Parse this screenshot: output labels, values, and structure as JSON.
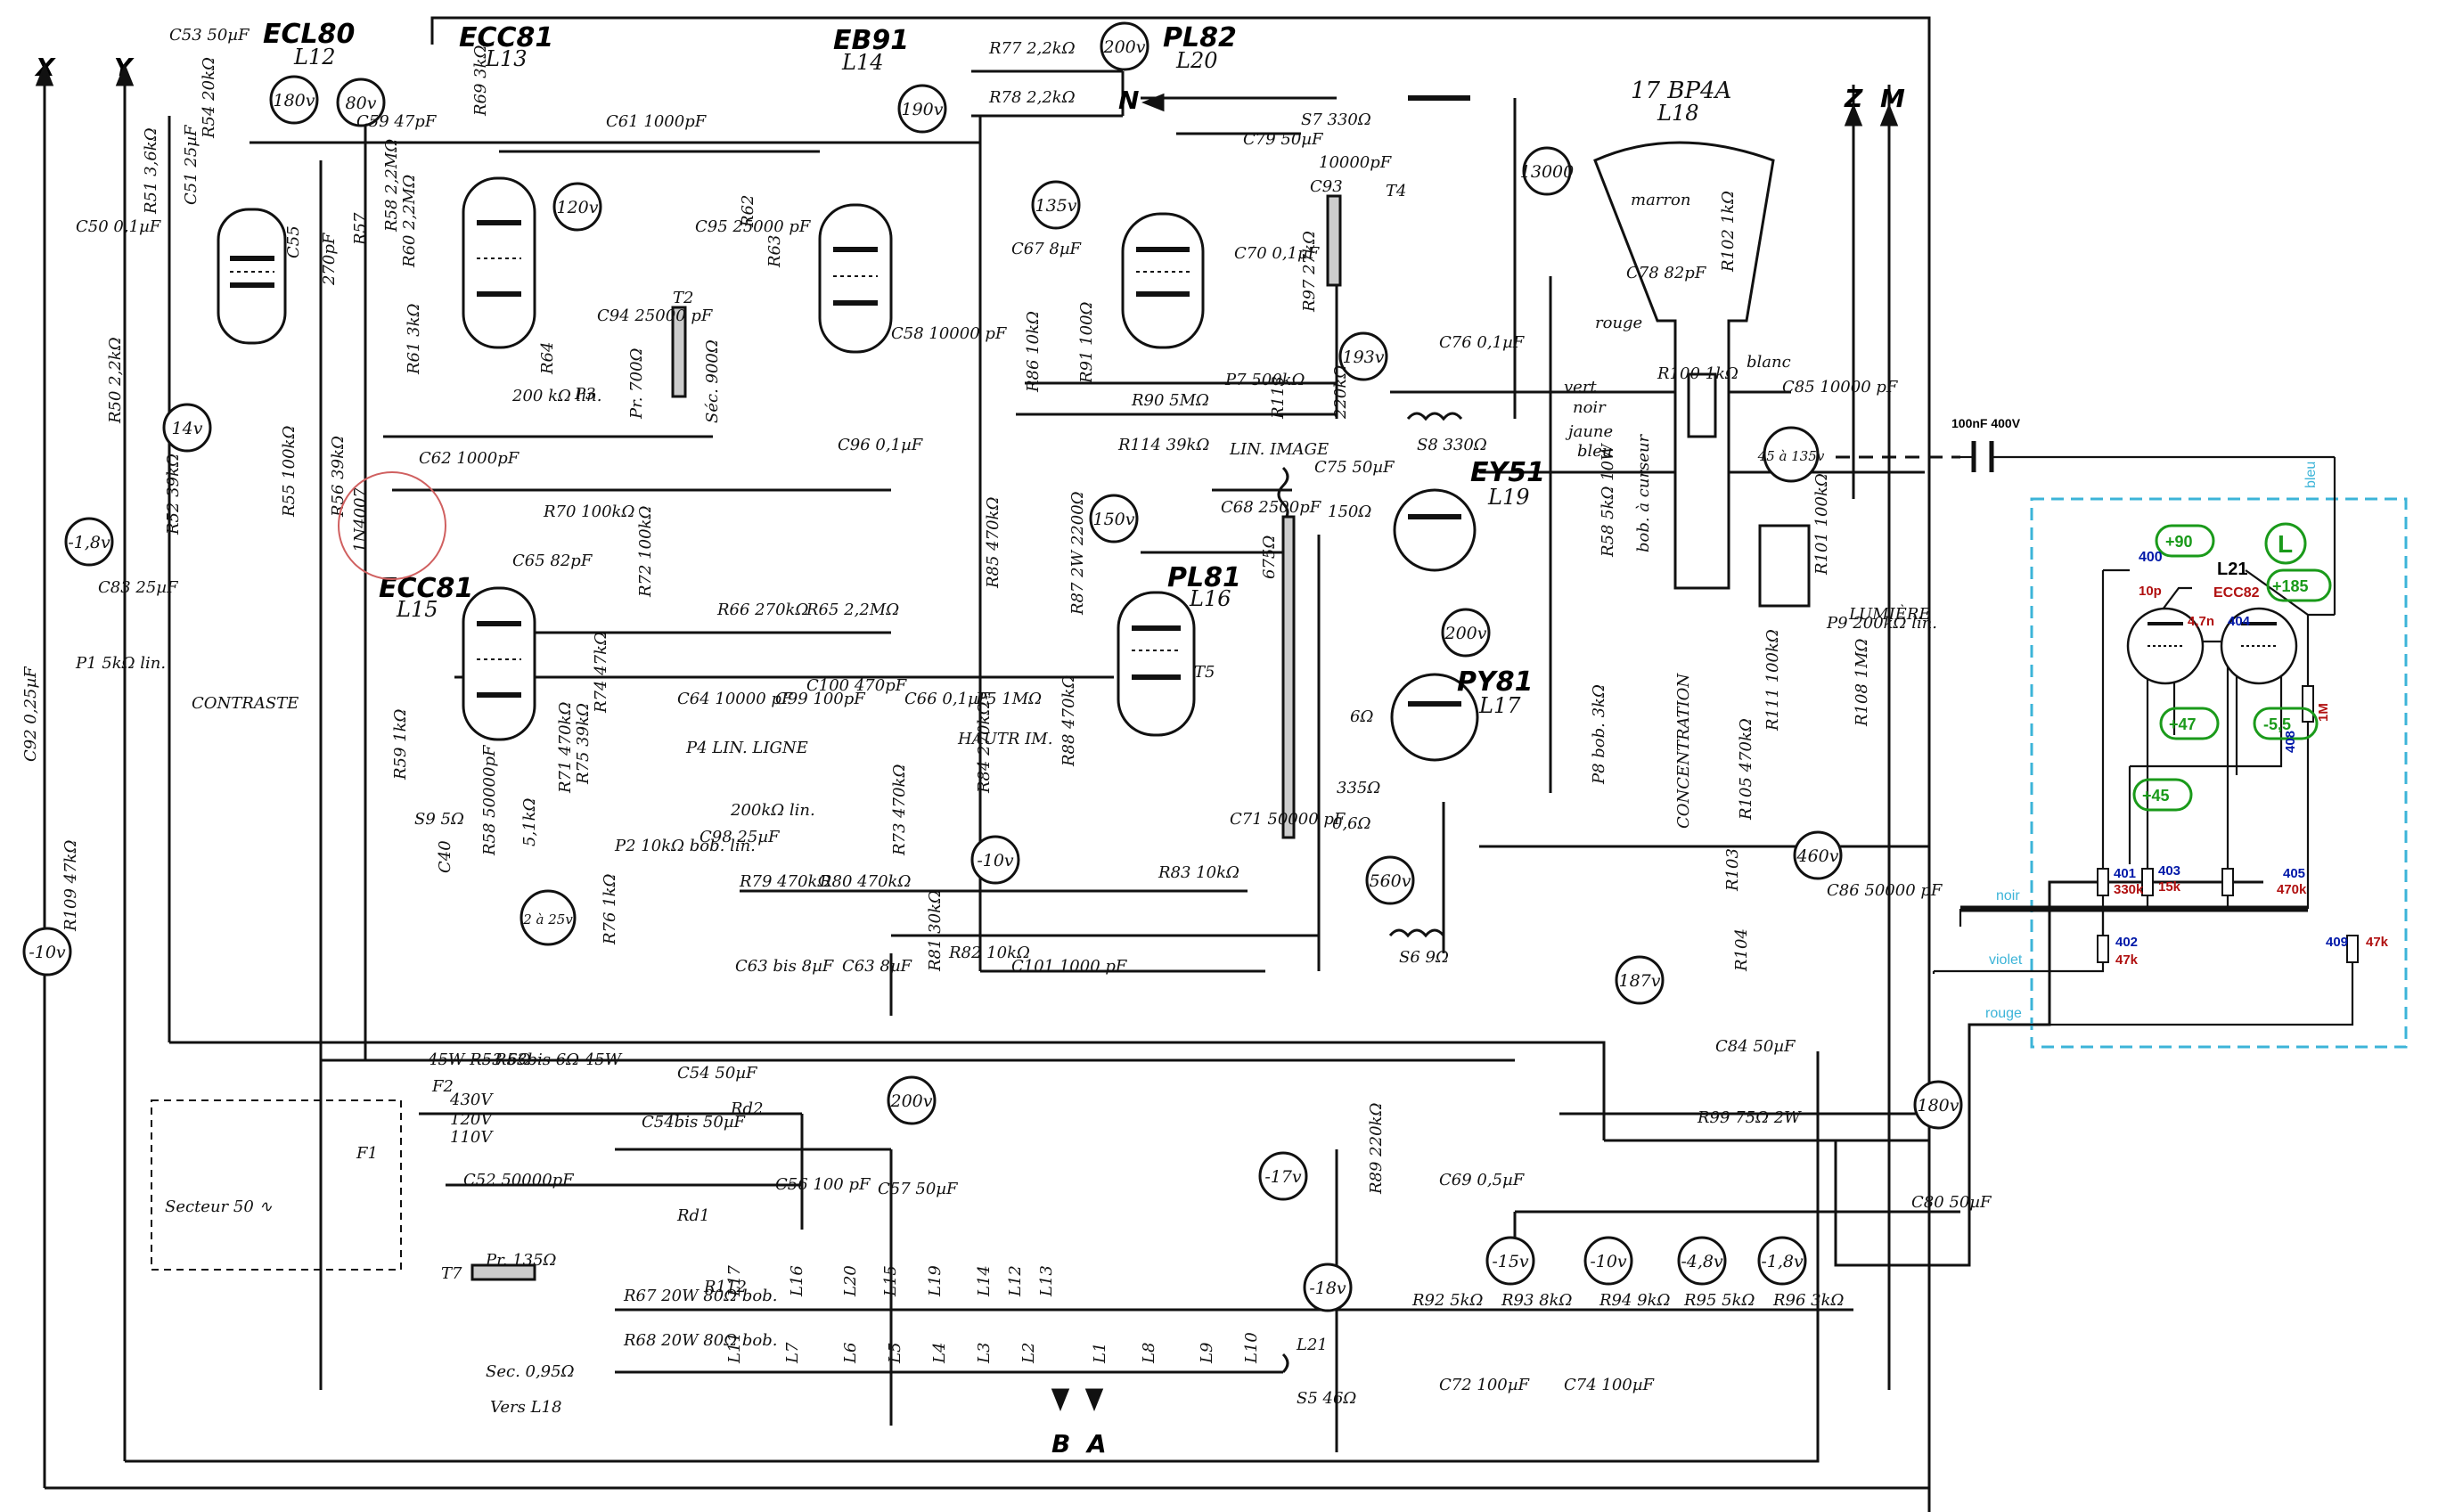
{
  "tubes": [
    {
      "id": "ecl80",
      "type": "ECL80",
      "ref": "L12"
    },
    {
      "id": "ecc81-top",
      "type": "ECC81",
      "ref": "L13"
    },
    {
      "id": "eb91",
      "type": "EB91",
      "ref": "L14"
    },
    {
      "id": "pl82",
      "type": "PL82",
      "ref": "L20"
    },
    {
      "id": "crt",
      "type": "17 BP4A",
      "ref": "L18"
    },
    {
      "id": "ecc81-bottom",
      "type": "ECC81",
      "ref": "L15"
    },
    {
      "id": "pl81",
      "type": "PL81",
      "ref": "L16"
    },
    {
      "id": "ey51",
      "type": "EY51",
      "ref": "L19"
    },
    {
      "id": "py81",
      "type": "PY81",
      "ref": "L17"
    }
  ],
  "terminals": {
    "x": "X",
    "y": "Y",
    "z": "Z",
    "m": "M",
    "n": "N",
    "b": "B",
    "a": "A"
  },
  "voltages": [
    "180v",
    "80v",
    "120v",
    "200v",
    "190v",
    "135v",
    "193v",
    "13000",
    "14v",
    "-1,8v",
    "-10v",
    "150v",
    "200v",
    "-10v",
    "2 à 25v",
    "560v",
    "460v",
    "45 à 135v",
    "187v",
    "180v",
    "200v",
    "-17v",
    "-18v",
    "-15v",
    "-10v",
    "-4,8v",
    "-1,8v"
  ],
  "components": {
    "top_left": [
      "C53 50µF",
      "R54 20kΩ",
      "C59 47pF",
      "C51 25µF",
      "R51 3,6kΩ",
      "C50 0,1µF",
      "C55",
      "270pF",
      "R57",
      "R58 2,2MΩ",
      "R60 2,2MΩ",
      "R50 2,2kΩ",
      "R52 39kΩ",
      "R69 3kΩ",
      "C61 1000pF",
      "C95 25000 pF",
      "C94 25000 pF",
      "R62",
      "R63",
      "T2",
      "Pr. 700Ω",
      "Séc. 900Ω",
      "R64",
      "R61 3kΩ",
      "200 kΩ lin.",
      "P3",
      "C58 10000 pF",
      "C96 0,1µF",
      "R77 2,2kΩ",
      "R78 2,2kΩ"
    ],
    "left": [
      "C83 25µF",
      "P1 5kΩ lin.",
      "CONTRASTE",
      "C92 0,25µF",
      "R109 47kΩ",
      "R55 100kΩ",
      "R56 39kΩ",
      "1N4007",
      "C62 1000pF",
      "R70 100kΩ",
      "C65 82pF",
      "R72 100kΩ",
      "R66 270kΩ",
      "R65 2,2MΩ",
      "R59 1kΩ",
      "S9 5Ω",
      "C40",
      "R58 50000pF",
      "5,1kΩ",
      "R71 470kΩ",
      "R74 47kΩ",
      "R75 39kΩ",
      "P2 10kΩ bob. lin.",
      "R76 1kΩ",
      "C64 10000 pF",
      "C99 100pF",
      "P4 LIN. LIGNE",
      "200kΩ lin.",
      "C98 25µF",
      "C100 470pF",
      "R79 470kΩ",
      "R80 470kΩ",
      "C63 bis 8µF",
      "C63 8µF"
    ],
    "center": [
      "C67 8µF",
      "R86 10kΩ",
      "R91 100Ω",
      "C70 0,1µF",
      "R97 27kΩ",
      "C93",
      "10000pF",
      "T4",
      "C76 0,1µF",
      "R90 5MΩ",
      "P7 500kΩ",
      "R113",
      "LIN. IMAGE",
      "R114 39kΩ",
      "C68 2500pF",
      "R85 470kΩ",
      "R87 2W 2200Ω",
      "C66 0,1µF",
      "P5 1MΩ",
      "HAUTR IM.",
      "R84 270kΩ",
      "R88 470kΩ",
      "R73 470kΩ",
      "R81 30kΩ",
      "R82 10kΩ",
      "C101 1000 pF",
      "R83 10kΩ",
      "C71 50000 pF",
      "C79 50µF",
      "S7 330Ω",
      "220kΩ",
      "C75 50µF",
      "S8 330Ω",
      "T5",
      "150Ω",
      "675Ω",
      "6Ω",
      "335Ω",
      "0,6Ω",
      "S6 9Ω"
    ],
    "right": [
      "marron",
      "rouge",
      "C78 82pF",
      "R100 1kΩ",
      "R102 1kΩ",
      "vert",
      "noir",
      "blanc",
      "jaune",
      "bleu",
      "C85 10000 pF",
      "R58 5kΩ 10W",
      "bob. à curseur",
      "P8 bob. 3kΩ",
      "CONCENTRATION",
      "R101 100kΩ",
      "P9 200kΩ lin.",
      "LUMIÈRE",
      "R111 100kΩ",
      "R108 1MΩ",
      "R105 470kΩ",
      "R103",
      "R104",
      "C86 50000 pF",
      "C84 50µF",
      "R99 75Ω 2W",
      "C80 50µF"
    ],
    "supply": [
      "F2",
      "45W R53 6Ω",
      "R53bis 6Ω 45W",
      "C54 50µF",
      "C54bis 50µF",
      "430V",
      "120V",
      "110V",
      "F1",
      "Secteur 50 ∿",
      "C52 50000pF",
      "Rd2",
      "Rd1",
      "C56 100 pF",
      "C57 50µF",
      "T7",
      "Pr. 135Ω",
      "Sec. 0,95Ω",
      "Vers L18",
      "R67 20W 80Ω bob.",
      "R112",
      "R68 20W 80Ω bob.",
      "L17",
      "L16",
      "L20",
      "L15",
      "L19",
      "L14",
      "L12",
      "L13",
      "L11",
      "L7",
      "L6",
      "L5",
      "L4",
      "L3",
      "L2",
      "L1",
      "L8",
      "L9",
      "L10",
      "L21",
      "R89 220kΩ",
      "C69 0,5µF",
      "S5 46Ω",
      "R92 5kΩ",
      "R93 8kΩ",
      "R94 9kΩ",
      "R95 5kΩ",
      "R96 3kΩ",
      "C72 100µF",
      "C74 100µF"
    ]
  },
  "link_capacitor": "100nF 400V",
  "module": {
    "tube_ref": "L21",
    "tube_type": "ECC82",
    "badge": "L",
    "wire_labels": {
      "bleu": "bleu",
      "noir": "noir",
      "violet": "violet",
      "rouge": "rouge"
    },
    "parts": [
      {
        "ref": "400",
        "value": "10p"
      },
      {
        "ref": "404",
        "value": "4,7n"
      },
      {
        "ref": "408",
        "value": "1M"
      },
      {
        "ref": "401",
        "value": "330k"
      },
      {
        "ref": "403",
        "value": "15k"
      },
      {
        "ref": "405",
        "value": "470k"
      },
      {
        "ref": "402",
        "value": "47k"
      },
      {
        "ref": "409",
        "value": "47k"
      }
    ],
    "voltages": [
      "+90",
      "+185",
      "+47",
      "-5,5",
      "+45"
    ],
    "colors": {
      "box": "#3cb4d8",
      "ref": "#0018a8",
      "value": "#b01010",
      "voltage": "#1a9a1a"
    }
  }
}
